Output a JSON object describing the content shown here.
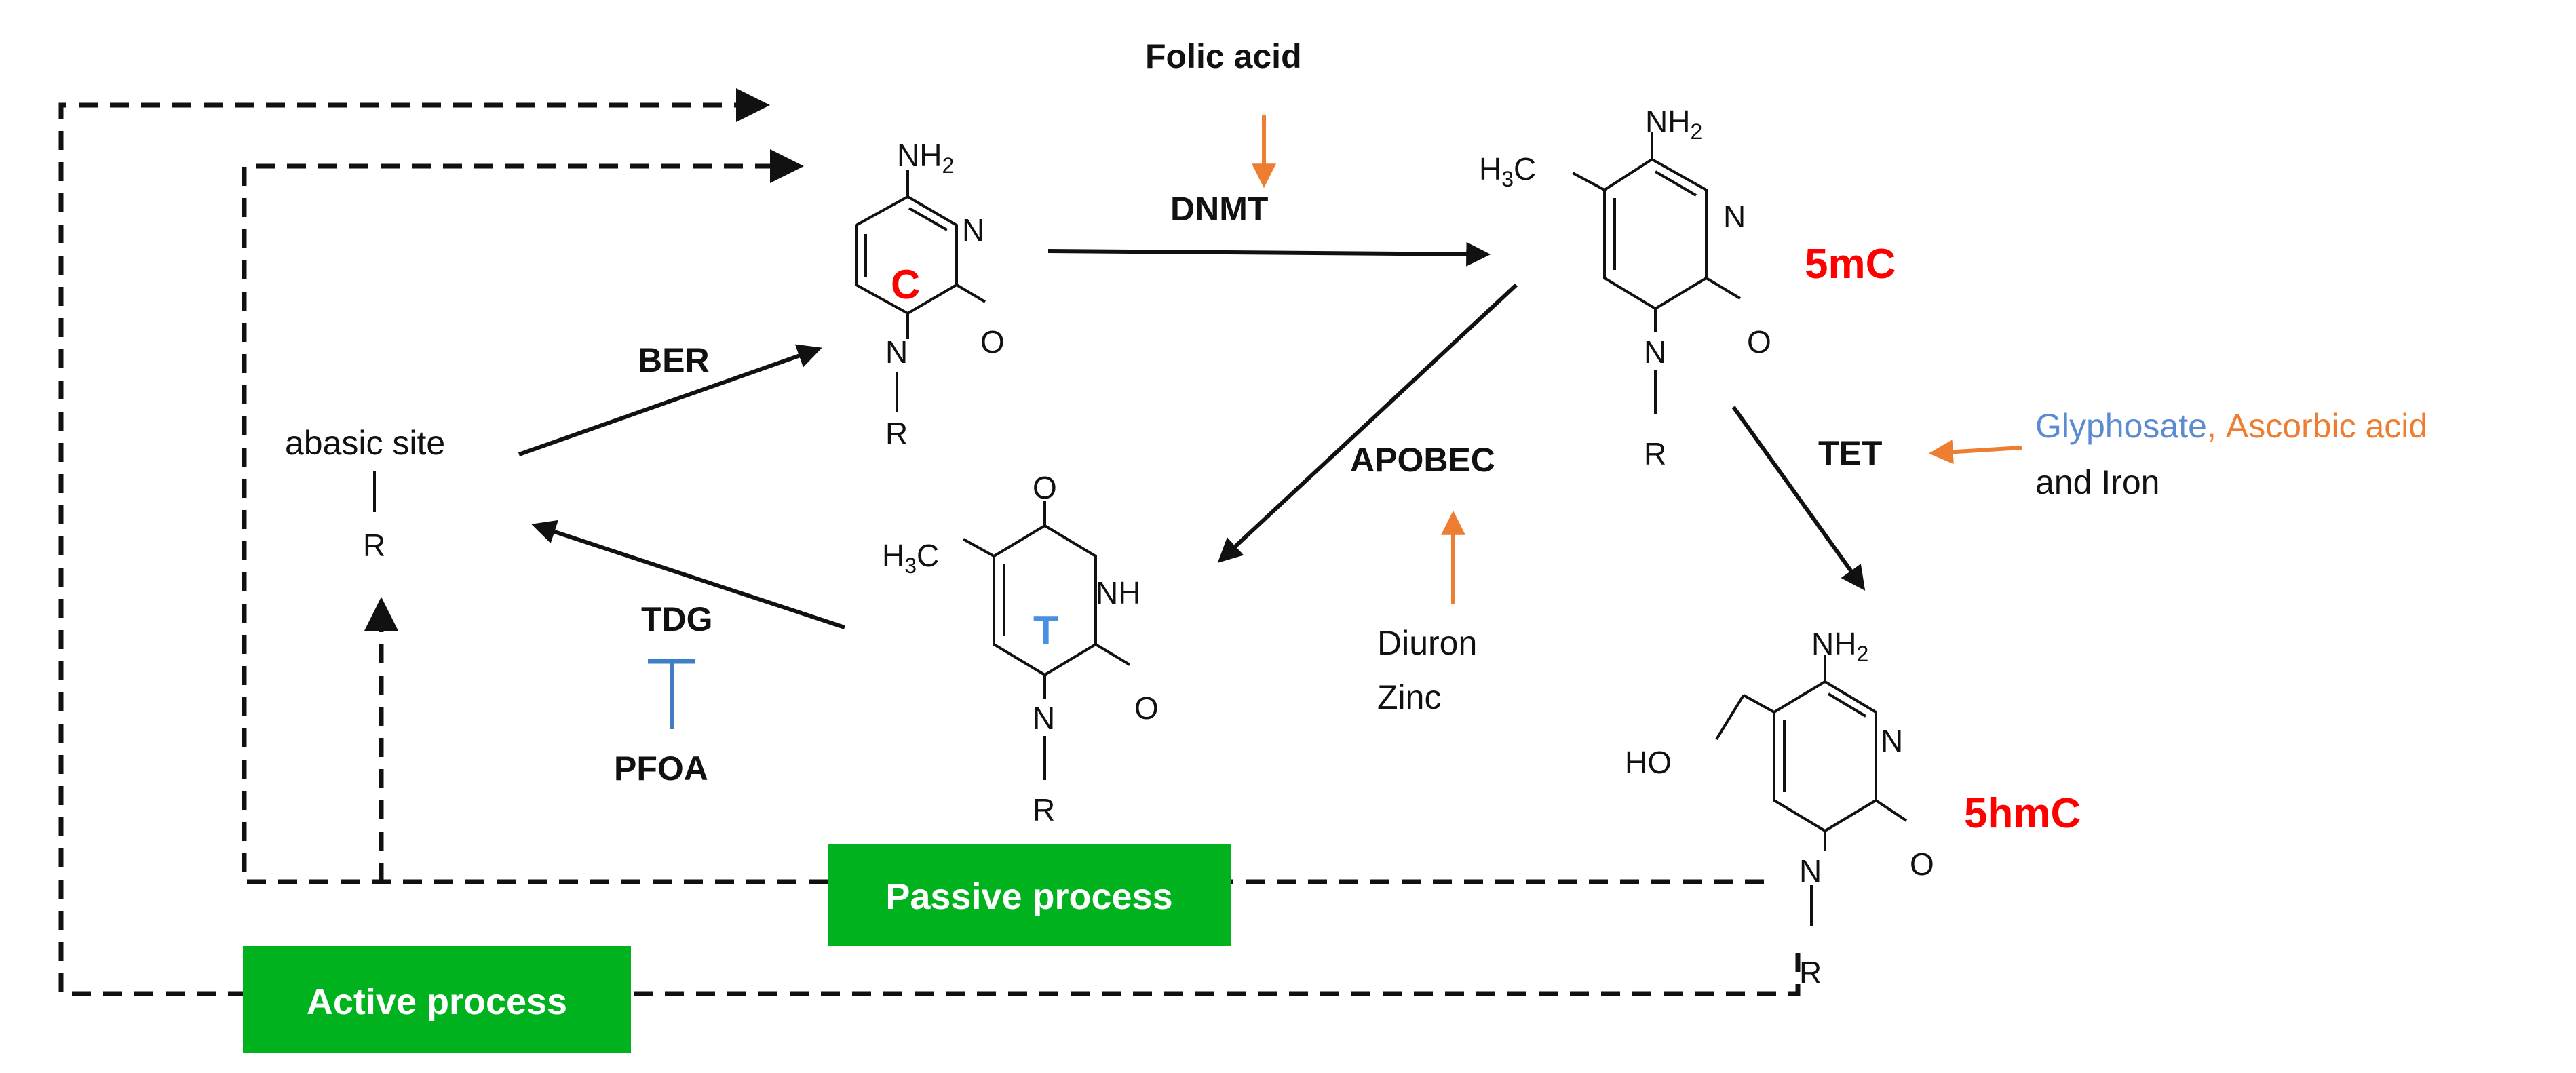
{
  "colors": {
    "orange": "#ED7D31",
    "blue": "#5B8BD0",
    "red": "#FF0000",
    "green": "#00B21E",
    "black": "#111111"
  },
  "atoms": {
    "nh2": "NH",
    "sub2": "2",
    "h3c_h": "H",
    "h3c_3": "3",
    "h3c_c": "C",
    "n": "N",
    "o": "O",
    "r": "R",
    "nh": "NH",
    "ho": "HO"
  },
  "molecules": {
    "cytosine": {
      "letter": "C"
    },
    "thymine": {
      "letter": "T"
    },
    "methylcytosine": {
      "name": "5mC"
    },
    "hydroxymethylcytosine": {
      "name": "5hmC"
    }
  },
  "abasic": {
    "label": "abasic site",
    "r": "R"
  },
  "enzymes": {
    "dnmt": "DNMT",
    "ber": "BER",
    "apobec": "APOBEC",
    "tet": "TET",
    "tdg": "TDG"
  },
  "factors": {
    "folic_acid": "Folic acid",
    "glyphosate": "Glyphosate",
    "comma": ",",
    "ascorbic_acid": "Ascorbic acid",
    "and_iron": "and Iron",
    "diuron": "Diuron",
    "zinc": "Zinc",
    "pfoa": "PFOA"
  },
  "processes": {
    "passive": "Passive process",
    "active": "Active process"
  }
}
